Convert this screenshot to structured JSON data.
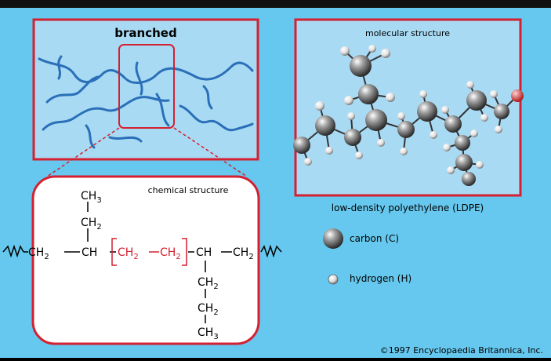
{
  "branched": {
    "title": "branched"
  },
  "molecular": {
    "title": "molecular structure",
    "caption": "low-density polyethylene (LDPE)"
  },
  "chemical": {
    "title": "chemical structure"
  },
  "formula": {
    "ch3": "CH",
    "ch3_sub": "3",
    "ch2": "CH",
    "ch2_sub": "2",
    "ch": "CH",
    "sep": "—"
  },
  "legend": {
    "carbon": "carbon (C)",
    "hydrogen": "hydrogen (H)"
  },
  "credit": "©1997 Encyclopaedia Britannica, Inc.",
  "colors": {
    "background": "#66c8ee",
    "frame": "#d42030",
    "panel": "#a8daf4",
    "chain": "#2a6fb8",
    "repeat_unit": "#d42030"
  },
  "icons": {
    "carbon_atom": "gray-sphere-large",
    "hydrogen_atom": "white-sphere-small"
  }
}
